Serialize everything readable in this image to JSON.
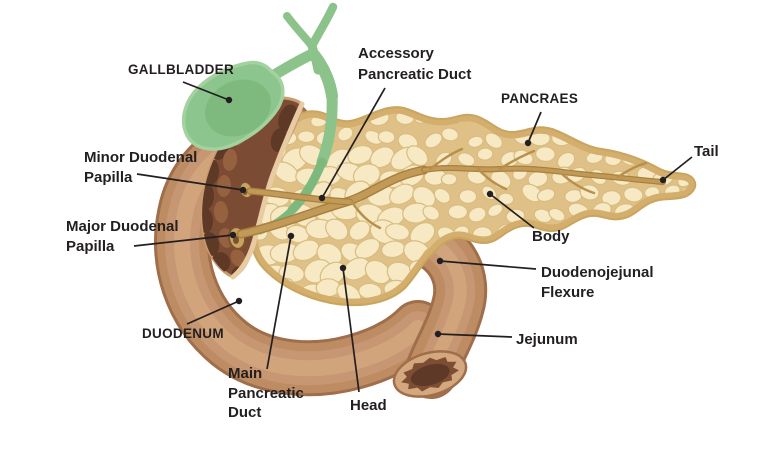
{
  "labels": {
    "gallbladder": {
      "text": "GALLBLADDER"
    },
    "accessory_pancreatic_duct": {
      "line1": "Accessory",
      "line2": "Pancreatic Duct"
    },
    "pancreas": {
      "text": "PANCRAES"
    },
    "tail": {
      "text": "Tail"
    },
    "minor_duodenal_papilla": {
      "line1": "Minor Duodenal",
      "line2": "Papilla"
    },
    "major_duodenal_papilla": {
      "line1": "Major Duodenal",
      "line2": "Papilla"
    },
    "body": {
      "text": "Body"
    },
    "duodenojejunal_flexure": {
      "line1": "Duodenojejunal",
      "line2": "Flexure"
    },
    "duodenum": {
      "text": "DUODENUM"
    },
    "jejunum": {
      "text": "Jejunum"
    },
    "main_pancreatic_duct": {
      "line1": "Main",
      "line2": "Pancreatic",
      "line3": "Duct"
    },
    "head": {
      "text": "Head"
    }
  },
  "colors": {
    "background": "#ffffff",
    "label_text": "#231f20",
    "leader_line": "#231f20",
    "pancreas_base": "#dfc188",
    "pancreas_lobule": "#f6e9c4",
    "pancreas_lobule_outline": "#d9bc80",
    "pancreas_inner_edge": "#d3ae6c",
    "pancreas_outline": "#c9a55e",
    "duct": "#c29a58",
    "duct_edge": "#a9803f",
    "duct_branch": "#b8904c",
    "bile_green": "#8bc38b",
    "bile_green_dark": "#7db87d",
    "gallbladder": "#8cc58d",
    "gallbladder_shadow": "#79b679",
    "gallbladder_outline": "#a3d29e",
    "intestine_edge": "#a06e4a",
    "intestine_base": "#be8c63",
    "intestine_mid": "#c79672",
    "intestine_highlight": "#d2a47c",
    "duodenum_interior": "#7c4b33",
    "duodenum_ruffle_dark": "#5e3926",
    "duodenum_ruffle_light": "#96613f",
    "duodenum_rim_light": "#e9cba3",
    "duodenum_rim_outer": "#c99c70",
    "papilla_fill": "#c8a360",
    "papilla_outline": "#7a5230",
    "jejunum_cut_rim": "#d4a87f",
    "jejunum_cut_inner": "#7e4e34",
    "jejunum_cut_center": "#5e3927"
  }
}
